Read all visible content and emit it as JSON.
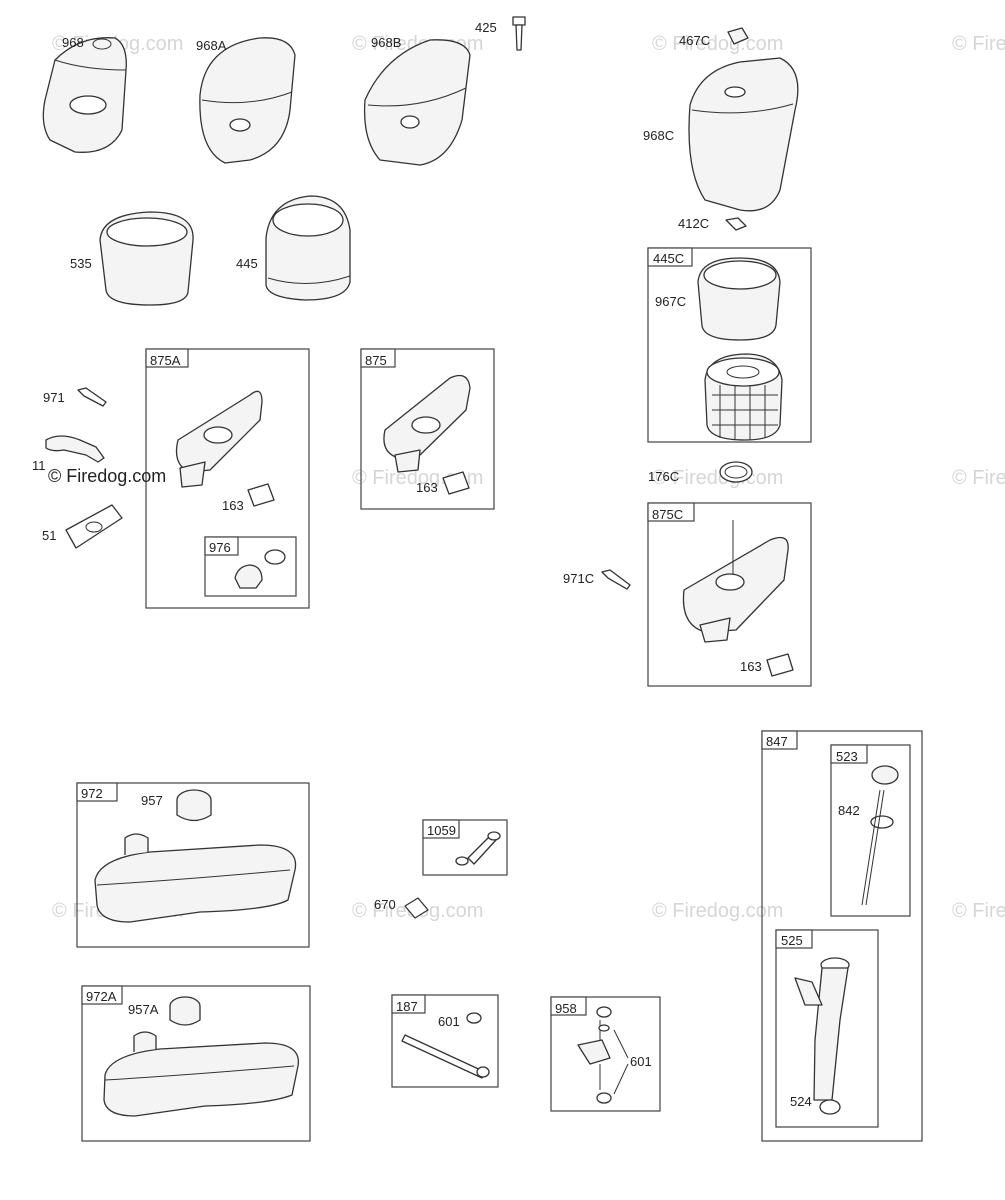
{
  "watermark": "© Firedog.com",
  "copyright": "© Firedog.com",
  "labels": {
    "p968": "968",
    "p968A": "968A",
    "p968B": "968B",
    "p425": "425",
    "p467C": "467C",
    "p968C": "968C",
    "p412C": "412C",
    "p535": "535",
    "p445": "445",
    "p445C": "445C",
    "p967C": "967C",
    "p971": "971",
    "p875A": "875A",
    "p875": "875",
    "p11": "11",
    "p163a": "163",
    "p163b": "163",
    "p176C": "176C",
    "p51": "51",
    "p976": "976",
    "p875C": "875C",
    "p971C": "971C",
    "p163c": "163",
    "p847": "847",
    "p523": "523",
    "p842": "842",
    "p972": "972",
    "p957": "957",
    "p1059": "1059",
    "p670": "670",
    "p525": "525",
    "p972A": "972A",
    "p957A": "957A",
    "p187": "187",
    "p601a": "601",
    "p958": "958",
    "p601b": "601",
    "p524": "524"
  }
}
